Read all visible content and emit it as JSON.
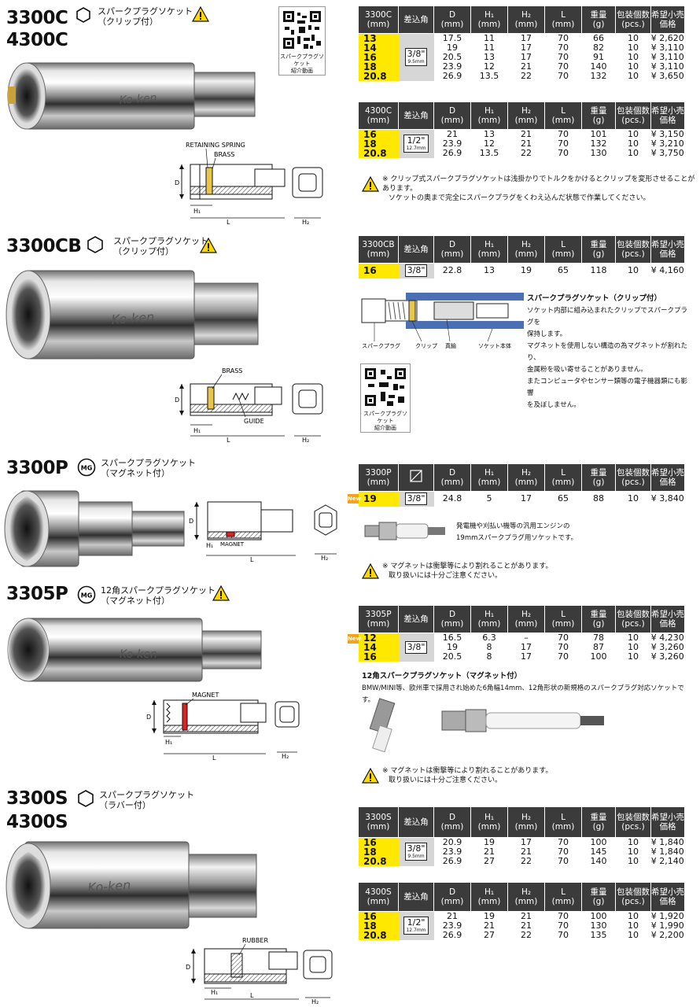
{
  "sections": [
    {
      "models": [
        "3300C",
        "4300C"
      ],
      "type_icon": "hex-icon",
      "title_line1": "スパークプラグソケット",
      "title_line2": "（クリップ付）"
    },
    {
      "models": [
        "3300CB"
      ],
      "type_icon": "hex-icon",
      "title_line1": "スパークプラグソケット",
      "title_line2": "（クリップ付）"
    },
    {
      "models": [
        "3300P"
      ],
      "type_icon": "mg-icon",
      "icon_text": "MG",
      "title_line1": "スパークプラグソケット",
      "title_line2": "（マグネット付）"
    },
    {
      "models": [
        "3305P"
      ],
      "type_icon": "mg-icon",
      "icon_text": "MG",
      "title_line1": "12角スパークプラグソケット",
      "title_line2": "（マグネット付）"
    },
    {
      "models": [
        "3300S",
        "4300S"
      ],
      "type_icon": "hex-icon",
      "title_line1": "スパークプラグソケット",
      "title_line2": "（ラバー付）"
    }
  ],
  "headers": {
    "drive": "差込角",
    "d": "D",
    "h1": "H₁",
    "h2": "H₂",
    "l": "L",
    "weight": "重量",
    "qty": "包装個数",
    "price": "希望小売",
    "price2": "価格",
    "mm": "(mm)",
    "g": "(g)",
    "pcs": "(pcs.)"
  },
  "tables": {
    "t3300C": {
      "model": "3300C",
      "drive": "3/8\"",
      "drive_mm": "9.5mm",
      "rows": [
        [
          "13",
          "17.5",
          "11",
          "17",
          "70",
          "66",
          "10",
          "¥ 2,620"
        ],
        [
          "14",
          "19",
          "11",
          "17",
          "70",
          "82",
          "10",
          "¥ 3,110"
        ],
        [
          "16",
          "20.5",
          "13",
          "17",
          "70",
          "91",
          "10",
          "¥ 3,110"
        ],
        [
          "18",
          "23.9",
          "12",
          "21",
          "70",
          "140",
          "10",
          "¥ 3,110"
        ],
        [
          "20.8",
          "26.9",
          "13.5",
          "22",
          "70",
          "132",
          "10",
          "¥ 3,650"
        ]
      ]
    },
    "t4300C": {
      "model": "4300C",
      "drive": "1/2\"",
      "drive_mm": "12.7mm",
      "rows": [
        [
          "16",
          "21",
          "13",
          "21",
          "70",
          "101",
          "10",
          "¥ 3,150"
        ],
        [
          "18",
          "23.9",
          "12",
          "21",
          "70",
          "132",
          "10",
          "¥ 3,210"
        ],
        [
          "20.8",
          "26.9",
          "13.5",
          "22",
          "70",
          "130",
          "10",
          "¥ 3,750"
        ]
      ]
    },
    "t3300CB": {
      "model": "3300CB",
      "drive": "3/8\"",
      "rows": [
        [
          "16",
          "22.8",
          "13",
          "19",
          "65",
          "118",
          "10",
          "¥ 4,160"
        ]
      ]
    },
    "t3300P": {
      "model": "3300P",
      "drive": "3/8\"",
      "new": "New",
      "rows": [
        [
          "19",
          "24.8",
          "5",
          "17",
          "65",
          "88",
          "10",
          "¥ 3,840"
        ]
      ]
    },
    "t3305P": {
      "model": "3305P",
      "drive": "3/8\"",
      "new": "New",
      "rows": [
        [
          "12",
          "16.5",
          "6.3",
          "–",
          "70",
          "78",
          "10",
          "¥ 4,230"
        ],
        [
          "14",
          "19",
          "8",
          "17",
          "70",
          "87",
          "10",
          "¥ 3,260"
        ],
        [
          "16",
          "20.5",
          "8",
          "17",
          "70",
          "100",
          "10",
          "¥ 3,260"
        ]
      ]
    },
    "t3300S": {
      "model": "3300S",
      "drive": "3/8\"",
      "drive_mm": "9.5mm",
      "rows": [
        [
          "16",
          "20.9",
          "19",
          "17",
          "70",
          "100",
          "10",
          "¥ 1,840"
        ],
        [
          "18",
          "23.9",
          "21",
          "21",
          "70",
          "145",
          "10",
          "¥ 1,840"
        ],
        [
          "20.8",
          "26.9",
          "27",
          "22",
          "70",
          "140",
          "10",
          "¥ 2,140"
        ]
      ]
    },
    "t4300S": {
      "model": "4300S",
      "drive": "1/2\"",
      "drive_mm": "12.7mm",
      "rows": [
        [
          "16",
          "21",
          "19",
          "21",
          "70",
          "100",
          "10",
          "¥ 1,920"
        ],
        [
          "18",
          "23.9",
          "21",
          "21",
          "70",
          "130",
          "10",
          "¥ 1,990"
        ],
        [
          "20.8",
          "26.9",
          "27",
          "22",
          "70",
          "135",
          "10",
          "¥ 2,200"
        ]
      ]
    }
  },
  "notes": {
    "clip_l1": "※ クリップ式スパークプラグソケットは浅掛かりでトルクをかけるとクリップを変形させることがあります。",
    "clip_l2": "ソケットの奥まで完全にスパークプラグをくわえ込んだ状態で作業してください。",
    "mag_l1": "※ マグネットは衝撃等により割れることがあります。",
    "mag_l2": "取り扱いには十分ご注意ください。"
  },
  "qr": {
    "caption1": "スパークプラグソケット",
    "caption2": "紹介動画"
  },
  "diagram_labels": {
    "retaining_spring": "RETAINING SPRING",
    "brass": "BRASS",
    "guide": "GUIDE",
    "magnet": "MAGNET",
    "rubber": "RUBBER",
    "d": "D",
    "h1": "H₁",
    "h2": "H₂",
    "l": "L"
  },
  "cb_desc": {
    "title": "スパークプラグソケット（クリップ付）",
    "l1": "ソケット内部に組み込まれたクリップでスパークプラグを",
    "l2": "保持します。",
    "l3": "マグネットを使用しない構造の為マグネットが割れたり、",
    "l4": "金属粉を吸い寄せることがありません。",
    "l5": "またコンピュータやセンサー類等の電子機器類にも影響",
    "l6": "を及ぼしません。",
    "lbl_plug": "スパークプラグ",
    "lbl_clip": "クリップ",
    "lbl_brass": "真鍮",
    "lbl_body": "ソケット本体"
  },
  "p_desc": {
    "l1": "発電機や刈払い機等の汎用エンジンの",
    "l2": "19mmスパークプラグ用ソケットです。"
  },
  "p5_desc": {
    "title": "12角スパークプラグソケット（マグネット付）",
    "l1": "BMW/MINI等、欧州車で採用され始めた6角幅14mm、12角形状の新規格のスパークプラグ対応ソケットです。"
  },
  "colors": {
    "header_bg": "#3b3b3b",
    "size_bg": "#ffe800",
    "drive_bg": "#d6d6d6",
    "warn_yellow": "#ffd800",
    "new_orange": "#f2a21b"
  }
}
